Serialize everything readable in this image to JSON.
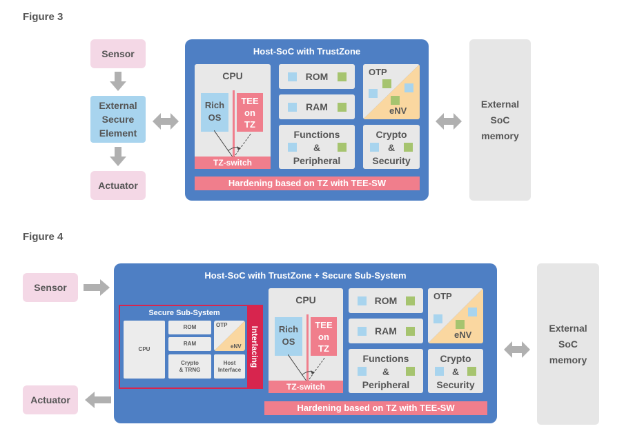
{
  "figure3": {
    "label": "Figure 3",
    "sensor": "Sensor",
    "ext_secure_element": "External\nSecure\nElement",
    "actuator": "Actuator",
    "soc_title": "Host-SoC with TrustZone",
    "cpu": "CPU",
    "rich_os": "Rich\nOS",
    "tee": "TEE\non\nTZ",
    "tz_switch": "TZ-switch",
    "rom": "ROM",
    "ram": "RAM",
    "otp": "OTP",
    "env": "eNV",
    "functions": "Functions\n&\nPeripheral",
    "crypto": "Crypto\n&\nSecurity",
    "hardening": "Hardening based on TZ with TEE-SW",
    "external_memory": "External\nSoC\nmemory"
  },
  "figure4": {
    "label": "Figure 4",
    "sensor": "Sensor",
    "actuator": "Actuator",
    "soc_title": "Host-SoC with TrustZone + Secure Sub-System",
    "sub_title": "Secure Sub-System",
    "sub_cpu": "CPU",
    "sub_rom": "ROM",
    "sub_ram": "RAM",
    "sub_otp": "OTP",
    "sub_env": "eNV",
    "sub_crypto": "Crypto\n& TRNG",
    "sub_host": "Host\nInterface",
    "interlacing": "Interlacing",
    "cpu": "CPU",
    "rich_os": "Rich\nOS",
    "tee": "TEE\non\nTZ",
    "tz_switch": "TZ-switch",
    "rom": "ROM",
    "ram": "RAM",
    "otp": "OTP",
    "env": "eNV",
    "functions": "Functions\n&\nPeripheral",
    "crypto": "Crypto\n&\nSecurity",
    "hardening": "Hardening based on TZ with TEE-SW",
    "external_memory": "External\nSoC\nmemory"
  },
  "colors": {
    "soc_blue": "#4e7fc4",
    "pink": "#f4d8e6",
    "light_blue": "#a8d4ee",
    "green": "#a6c46f",
    "red": "#f07e8c",
    "otp_orange": "#fad7a0",
    "arrow_gray": "#b0b0b0"
  }
}
